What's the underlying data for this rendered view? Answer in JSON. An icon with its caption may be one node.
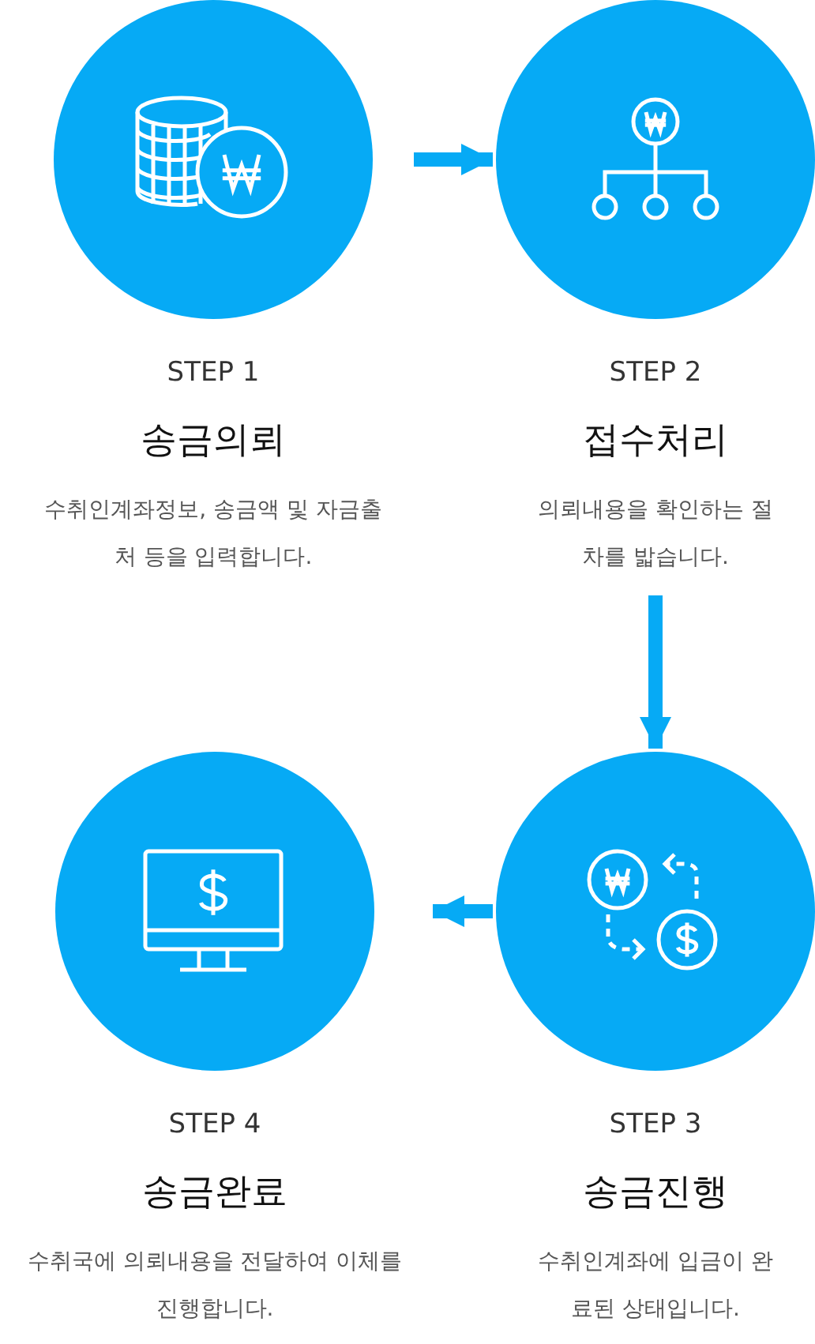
{
  "diagram": {
    "nodes": [
      {
        "text": [],
        "shape": "circle",
        "beside": [
          "STEP 1",
          "송금의뢰",
          "수취인계좌정보, 송금액 및 자금출처 등을 입력합니다."
        ]
      },
      {
        "text": [],
        "shape": "circle",
        "beside": [
          "STEP 2",
          "접수처리",
          "의뢰내용을 확인하는 절차를 밟습니다."
        ]
      },
      {
        "text": [],
        "shape": "circle",
        "beside": [
          "STEP 4",
          "송금완료",
          "수취국에 의뢰내용을 전달하여 이체를 진행합니다."
        ]
      },
      {
        "text": [],
        "shape": "circle",
        "beside": [
          "STEP 3",
          "송금진행",
          "수취인계좌에 입금이 완료된 상태입니다."
        ]
      }
    ],
    "edges": [
      {
        "from": 0,
        "to": 1,
        "arrow": "to"
      },
      {
        "from": 1,
        "to": 3,
        "arrow": "to"
      },
      {
        "from": 3,
        "to": 2,
        "arrow": "to"
      }
    ]
  }
}
